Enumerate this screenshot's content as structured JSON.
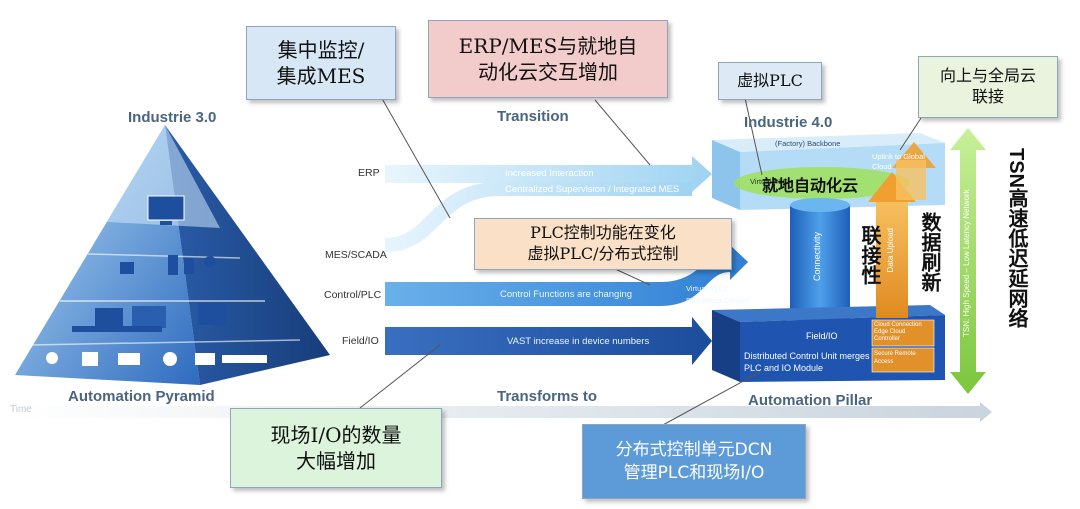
{
  "pyramid": {
    "title": "Industrie 3.0",
    "caption": "Automation Pyramid"
  },
  "transition": {
    "title": "Transition",
    "caption": "Transforms to",
    "time_label": "Time"
  },
  "pillar": {
    "title": "Industrie 4.0",
    "caption": "Automation Pillar",
    "backbone": "(Factory) Backbone",
    "uplink": "Uplink to Global Cloud",
    "virtual_plc": "Virtual PLC",
    "connectivity": "Connectivity",
    "data_upload": "Data Upload",
    "field_io": "Field/IO",
    "dcu": "Distributed Control Unit merges PLC and IO Module",
    "box1": "Cloud Connection Edge Cloud Controller",
    "box2": "Secure Remote Access",
    "tsn": "TSN: High Speed – Low Latency Network"
  },
  "levels": [
    {
      "label": "ERP",
      "text": "Increased Interaction"
    },
    {
      "label": "MES/SCADA",
      "text": "Centralized Supervision / Integrated MES"
    },
    {
      "label": "Control/PLC",
      "text": "Control Functions are changing"
    },
    {
      "label": "Field/IO",
      "text": "VAST increase in device numbers"
    }
  ],
  "arrow_notes": {
    "virtual_plcs": "Virtual PLCs",
    "distributed_control": "Distributed Control"
  },
  "callouts": {
    "monitor": "集中监控/\n集成MES",
    "erp": "ERP/MES与就地自\n动化云交互增加",
    "vplc": "虚拟PLC",
    "global": "向上与全局云\n联接",
    "plc": "PLC控制功能在变化\n虚拟PLC/分布式控制",
    "io": "现场I/O的数量\n大幅增加",
    "dcn": "分布式控制单元DCN\n管理PLC和现场I/O"
  },
  "annotations": {
    "local_cloud": "就地自动化云",
    "connectivity": "联接性",
    "data_refresh": "数据刷新",
    "tsn": "TSN高速低迟延网络"
  },
  "colors": {
    "dark_blue": "#1f4e9c",
    "mid_blue": "#3a7ed6",
    "light_blue": "#9fd3f2",
    "orange": "#f0a030",
    "green": "#8bd44a"
  }
}
